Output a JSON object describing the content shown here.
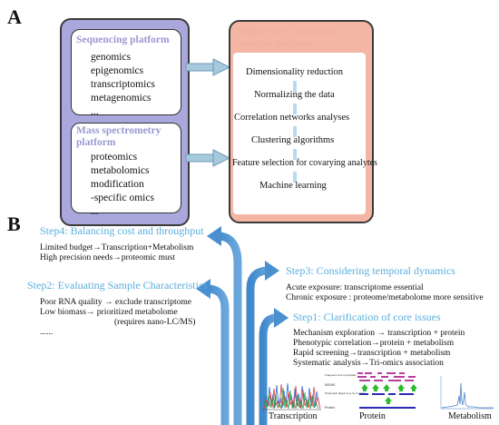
{
  "panel_a": {
    "letter": "A",
    "sequencing": {
      "title": "Sequencing platform",
      "items": [
        "genomics",
        "epigenomics",
        "transcriptomics",
        "metagenomics",
        "..."
      ]
    },
    "mass_spec": {
      "title_line1": "Mass spectrometry",
      "title_line2": "platform",
      "items": [
        "proteomics",
        "metabolomics",
        "modification",
        "-specific omics",
        "..."
      ]
    },
    "integration": {
      "title_line1": "Multi-omics integrated",
      "title_line2": "analysis platform",
      "steps": [
        "Dimensionality reduction",
        "Normalizing the data",
        "Correlation networks analyses",
        "Clustering algorithms",
        "Feature selection for covarying analytes",
        "Machine learning"
      ]
    }
  },
  "panel_b": {
    "letter": "B",
    "step4": {
      "title": "Step4: Balancing cost and throughput",
      "lines": [
        "Limited budget→Transcription+Metabolism",
        "High precision needs→proteomic must"
      ]
    },
    "step2": {
      "title": "Step2: Evaluating Sample Characteristics",
      "lines": [
        "Poor RNA quality → exclude transcriptome",
        "Low biomass→ prioritized metabolome",
        "(requires nano-LC/MS)",
        "......"
      ]
    },
    "step3": {
      "title": "Step3: Considering temporal dynamics",
      "lines": [
        "Acute exposure: transcriptome essential",
        "Chronic exposure : proteome/metabolome more sensitive"
      ]
    },
    "step1": {
      "title": "Step1: Clarification of core issues",
      "lines": [
        "Mechanism exploration → transcription + protein",
        "Phenotypic correlation→protein + metabolism",
        "Rapid screening→transcription + metabolism",
        "Systematic analysis→Tri-omics association"
      ]
    },
    "protein_labels": [
      "Fragment ions of peptides",
      "MS/MS",
      "Proteolytic digest (e.g. by trypsin)",
      "Protein"
    ],
    "captions": [
      "Transcription",
      "Protein",
      "Metabolism"
    ]
  },
  "colors": {
    "sequencing_bg": "#a9a7dc",
    "integration_bg": "#f4b6a4",
    "connector_arrow": "#8fb6cf",
    "step_title": "#5aaedc",
    "flow_arrow": "#5b9bd5"
  }
}
